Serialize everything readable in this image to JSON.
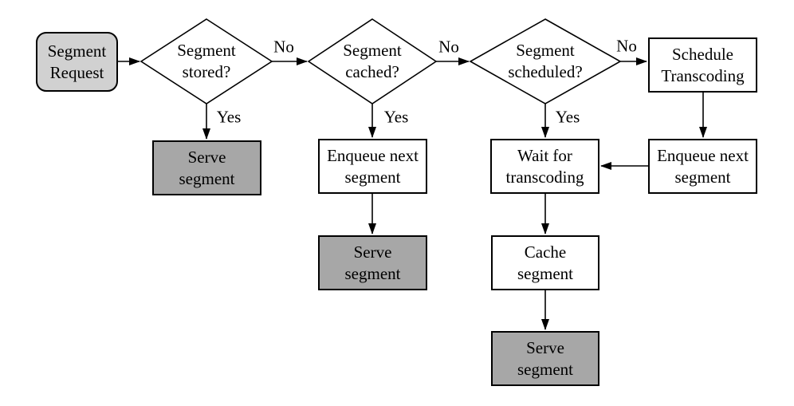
{
  "colors": {
    "start_fill": "#d1d1d1",
    "serve_fill": "#a7a7a7",
    "process_fill": "#ffffff",
    "stroke": "#000000"
  },
  "nodes": {
    "start": {
      "label": "Segment\nRequest",
      "type": "start"
    },
    "stored": {
      "label": "Segment\nstored?",
      "type": "decision"
    },
    "cached": {
      "label": "Segment\ncached?",
      "type": "decision"
    },
    "scheduled": {
      "label": "Segment\nscheduled?",
      "type": "decision"
    },
    "serve_stored": {
      "label": "Serve\nsegment",
      "type": "terminal"
    },
    "enqueue_cached": {
      "label": "Enqueue next\nsegment",
      "type": "process"
    },
    "serve_cached": {
      "label": "Serve\nsegment",
      "type": "terminal"
    },
    "wait": {
      "label": "Wait for\ntranscoding",
      "type": "process"
    },
    "cache": {
      "label": "Cache\nsegment",
      "type": "process"
    },
    "serve_scheduled": {
      "label": "Serve\nsegment",
      "type": "terminal"
    },
    "schedule": {
      "label": "Schedule\nTranscoding",
      "type": "process"
    },
    "enqueue_scheduled": {
      "label": "Enqueue next\nsegment",
      "type": "process"
    }
  },
  "edge_labels": {
    "stored_no": "No",
    "stored_yes": "Yes",
    "cached_no": "No",
    "cached_yes": "Yes",
    "scheduled_no": "No",
    "scheduled_yes": "Yes"
  }
}
